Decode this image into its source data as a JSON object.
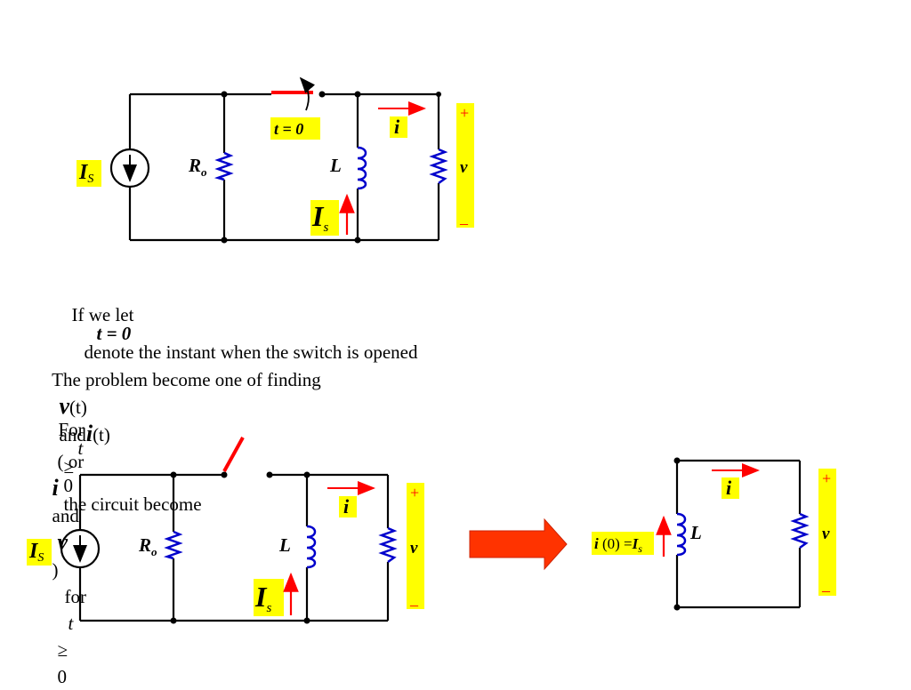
{
  "colors": {
    "wire": "#000000",
    "component": "#0000cc",
    "arrow": "#ff0000",
    "highlight": "#ffff00",
    "block_arrow": "#ff3300"
  },
  "top_circuit": {
    "source": {
      "sym": "I",
      "sub": "S"
    },
    "resistor_ro": {
      "sym": "R",
      "sub": "o"
    },
    "switch_label": "t  = 0",
    "inductor_label": "L",
    "current_label": "i",
    "source_current": {
      "sym": "I",
      "sub": "s"
    },
    "voltage": {
      "plus": "+",
      "label": "v",
      "minus": "–"
    }
  },
  "text": {
    "line1": {
      "a": "If we let",
      "b": "t = 0",
      "c": "denote the instant when the switch is opened"
    },
    "line2": {
      "a": "The problem become one of finding",
      "v1": "v",
      "t1": "(t)",
      "and1": "and",
      "i1": "i",
      "t2": "(t)",
      "or": "( or",
      "i2": "i",
      "and2": "and",
      "v2": "v",
      "close": ")",
      "for": "for",
      "t": "t",
      "ge": "≥",
      "zero": "0"
    },
    "line3": {
      "a": "For",
      "t": "t",
      "ge": "≥",
      "zero": "0",
      "b": "the circuit become"
    }
  },
  "bottom_circuit": {
    "source": {
      "sym": "I",
      "sub": "S"
    },
    "resistor_ro": {
      "sym": "R",
      "sub": "o"
    },
    "inductor_label": "L",
    "current_label": "i",
    "source_current": {
      "sym": "I",
      "sub": "s"
    },
    "voltage": {
      "plus": "+",
      "label": "v",
      "minus": "–"
    }
  },
  "right_circuit": {
    "current_label": "i",
    "inductor_label": "L",
    "initial": {
      "i": "i",
      "rest": " (0) =",
      "I": "I",
      "sub": "s"
    },
    "voltage": {
      "plus": "+",
      "label": "v",
      "minus": "–"
    }
  }
}
